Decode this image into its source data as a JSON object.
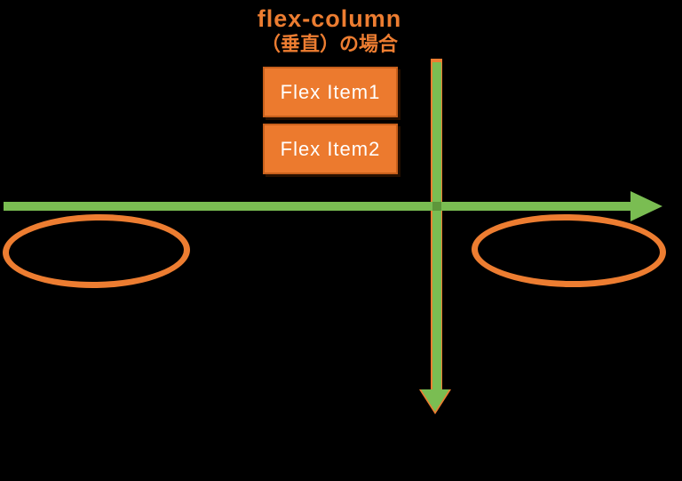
{
  "title": {
    "line1": "flex-column",
    "line2": "（垂直）の場合"
  },
  "flex_items": [
    {
      "label": "Flex Item1"
    },
    {
      "label": "Flex Item2"
    }
  ],
  "colors": {
    "orange": "#ED7D31",
    "orange-fill": "#EC7A2E",
    "orange-border": "#C8601C",
    "green": "#7ABD52",
    "green-dark": "#5E963B",
    "item-text": "#FFFFFF",
    "background": "#000000"
  }
}
